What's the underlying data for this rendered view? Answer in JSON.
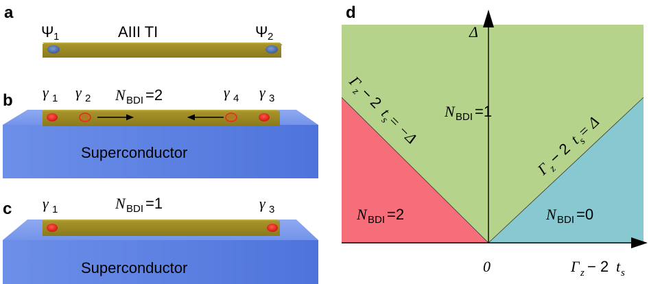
{
  "panels": {
    "a": {
      "letter": "a",
      "title": "AIII TI",
      "psi1": "Ψ",
      "psi1_sub": "1",
      "psi2": "Ψ",
      "psi2_sub": "2"
    },
    "b": {
      "letter": "b",
      "n_label": "N",
      "n_sub": "BDI",
      "n_value": "=2",
      "gamma": "γ",
      "gamma_subs": [
        "1",
        "2",
        "4",
        "3"
      ],
      "substrate": "Superconductor"
    },
    "c": {
      "letter": "c",
      "n_label": "N",
      "n_sub": "BDI",
      "n_value": "=1",
      "gamma": "γ",
      "gamma_subs": [
        "1",
        "3"
      ],
      "substrate": "Superconductor"
    },
    "d": {
      "letter": "d",
      "y_axis_label": "Δ",
      "x_axis_label_a": "Γ",
      "x_axis_label_b": "z",
      "x_axis_label_c": " − 2",
      "x_axis_label_d": "t",
      "x_axis_label_e": "s",
      "origin_label": "0",
      "region_top": {
        "n": "N",
        "sub": "BDI",
        "val": "=1"
      },
      "region_left": {
        "n": "N",
        "sub": "BDI",
        "val": "=2"
      },
      "region_right": {
        "n": "N",
        "sub": "BDI",
        "val": "=0"
      },
      "boundary_left": {
        "a": "Γ",
        "b": "z",
        "c": " − 2",
        "d": "t",
        "e": "s",
        "f": " = −Δ"
      },
      "boundary_right": {
        "a": "Γ",
        "b": "z",
        "c": " − 2",
        "d": "t",
        "e": "s",
        "f": " = Δ"
      }
    }
  },
  "colors": {
    "green_region": "#b5d28a",
    "red_region": "#f36f7a",
    "blue_region": "#87c7d0",
    "wire": "#9c8a22",
    "wire_top": "#b3a030",
    "superconductor": "#5b80e0",
    "dot_blue": "#4a68a8",
    "dot_red": "#e42020"
  }
}
